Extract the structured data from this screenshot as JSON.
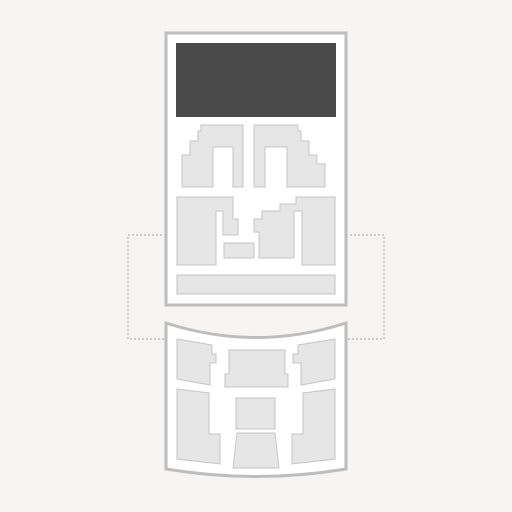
{
  "diagram": {
    "type": "seating-map",
    "colors": {
      "background": "#f6f5f3",
      "outline": "#bdbdbd",
      "section_fill": "#e6e6e6",
      "section_stroke": "#c4c4c4",
      "stage": "#4a4a4a",
      "connector": "#b3b3b3"
    },
    "upper_level": {
      "stage": {},
      "sections": [
        "upper-left-tier",
        "upper-right-tier",
        "middle-left-block",
        "middle-right-block",
        "center-small-block",
        "bottom-strip"
      ]
    },
    "lower_level": {
      "sections": [
        "front-left",
        "front-center",
        "front-right",
        "rear-left",
        "rear-center-top",
        "rear-center-bottom",
        "rear-right"
      ]
    },
    "connectors": [
      "left-connector",
      "right-connector"
    ]
  }
}
